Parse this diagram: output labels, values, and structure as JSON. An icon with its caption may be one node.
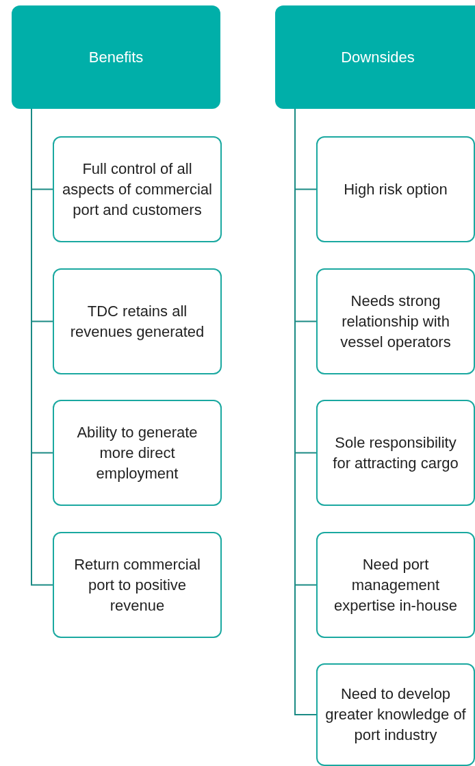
{
  "diagram": {
    "nodes": [
      {
        "text": [
          "Benefits"
        ]
      },
      {
        "text": [
          "Full control of all aspects of commercial port and customers"
        ]
      },
      {
        "text": [
          "TDC retains all revenues generated"
        ]
      },
      {
        "text": [
          "Ability to generate more direct employment"
        ]
      },
      {
        "text": [
          "Return commercial port to positive revenue"
        ]
      },
      {
        "text": [
          "Downsides"
        ]
      },
      {
        "text": [
          "High risk option"
        ]
      },
      {
        "text": [
          "Needs strong relationship with vessel operators"
        ]
      },
      {
        "text": [
          "Sole responsibility for attracting cargo"
        ]
      },
      {
        "text": [
          "Need port management expertise in-house"
        ]
      },
      {
        "text": [
          "Need to develop greater knowledge of port industry"
        ]
      }
    ],
    "edges": [
      {
        "from": 0,
        "to": 1,
        "arrow": "none"
      },
      {
        "from": 0,
        "to": 2,
        "arrow": "none"
      },
      {
        "from": 0,
        "to": 3,
        "arrow": "none"
      },
      {
        "from": 0,
        "to": 4,
        "arrow": "none"
      },
      {
        "from": 5,
        "to": 6,
        "arrow": "none"
      },
      {
        "from": 5,
        "to": 7,
        "arrow": "none"
      },
      {
        "from": 5,
        "to": 8,
        "arrow": "none"
      },
      {
        "from": 5,
        "to": 9,
        "arrow": "none"
      },
      {
        "from": 5,
        "to": 10,
        "arrow": "none"
      }
    ]
  }
}
